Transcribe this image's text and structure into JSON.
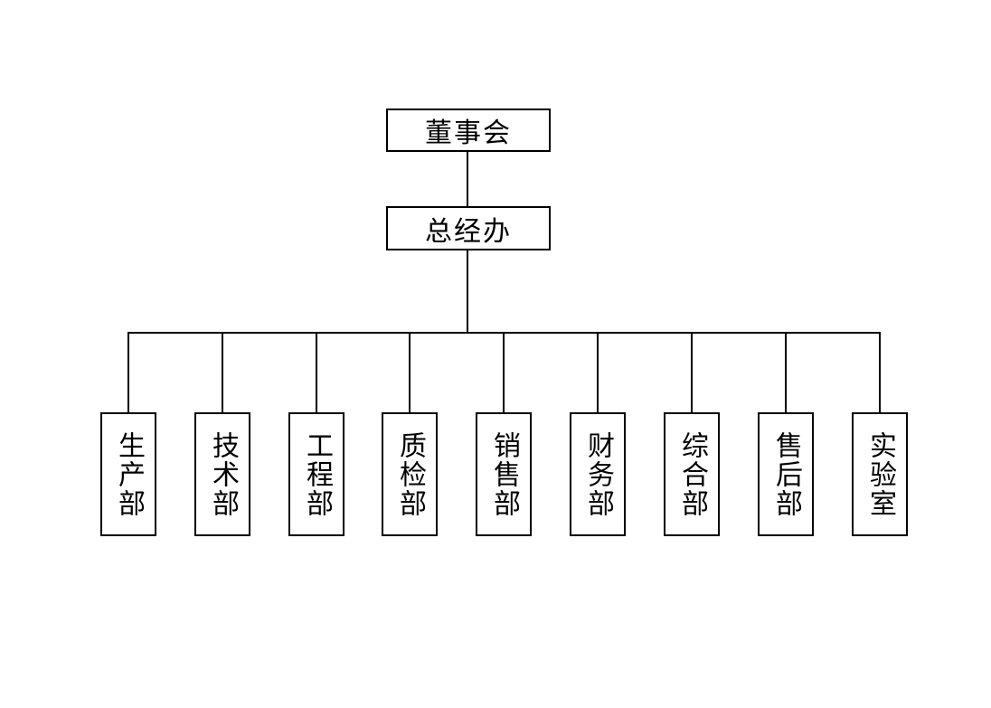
{
  "colors": {
    "background": "#ffffff",
    "line": "#000000",
    "text": "#000000"
  },
  "org_chart": {
    "root": {
      "label": "董事会"
    },
    "middle": {
      "label": "总经办"
    },
    "departments": [
      {
        "label": "生产部"
      },
      {
        "label": "技术部"
      },
      {
        "label": "工程部"
      },
      {
        "label": "质检部"
      },
      {
        "label": "销售部"
      },
      {
        "label": "财务部"
      },
      {
        "label": "综合部"
      },
      {
        "label": "售后部"
      },
      {
        "label": "实验室"
      }
    ]
  }
}
